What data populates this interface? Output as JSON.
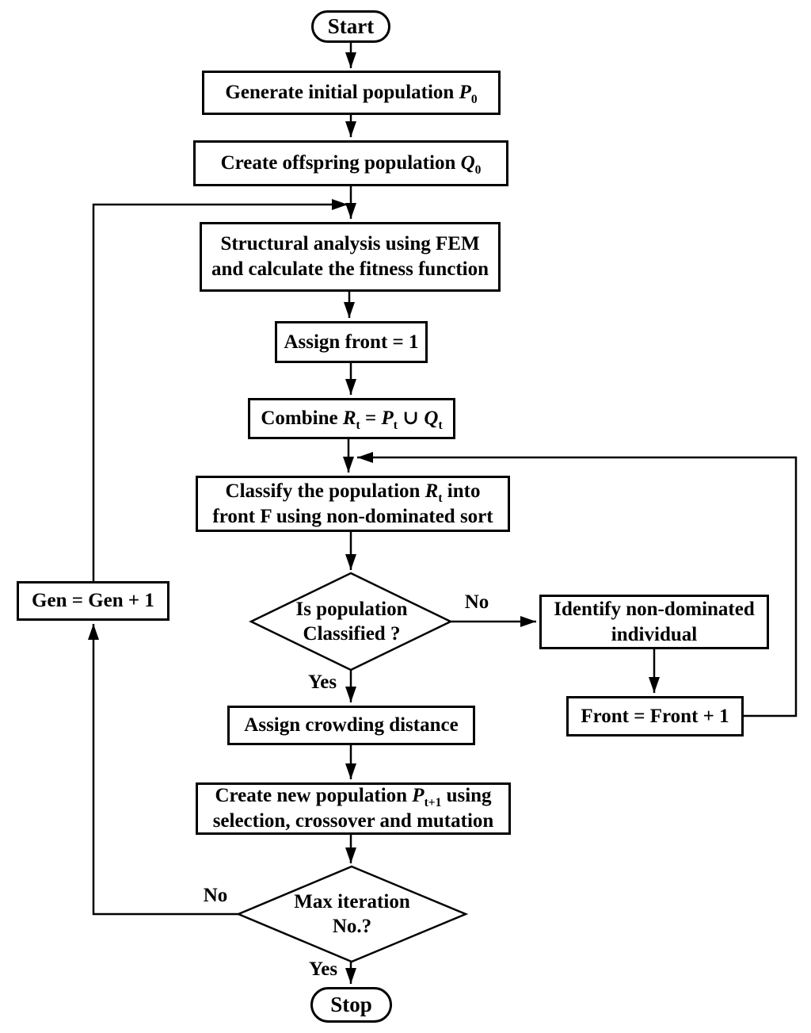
{
  "colors": {
    "line": "#000000",
    "background": "#ffffff",
    "text": "#000000"
  },
  "nodes": {
    "start": {
      "label": "Start"
    },
    "generate": {
      "t1": "Generate initial population ",
      "v": "P",
      "s": "0"
    },
    "offspring": {
      "t1": "Create offspring population ",
      "v": "Q",
      "s": "0"
    },
    "fem": {
      "line1": "Structural analysis using FEM",
      "line2": "and calculate the fitness function"
    },
    "assign_front": {
      "label": "Assign front = 1"
    },
    "combine": {
      "t1": "Combine ",
      "v1": "R",
      "s1": "t",
      "t2": " = ",
      "v2": "P",
      "s2": "t",
      "t3": " ∪ ",
      "v3": "Q",
      "s3": "t"
    },
    "classify": {
      "t1": "Classify the population ",
      "v": "R",
      "s": "t",
      "t2": " into",
      "line2": "front F using non-dominated sort"
    },
    "decision1": {
      "line1": "Is population",
      "line2": "Classified ?"
    },
    "identify": {
      "line1": "Identify non-dominated",
      "line2": "individual"
    },
    "front_inc": {
      "label": "Front = Front + 1"
    },
    "gen_inc": {
      "label": "Gen = Gen + 1"
    },
    "crowding": {
      "label": "Assign crowding distance"
    },
    "newpop": {
      "t1": "Create new population ",
      "v": "P",
      "s": "t+1",
      "t2": " using",
      "line2": "selection, crossover and mutation"
    },
    "decision2": {
      "line1": "Max iteration",
      "line2": "No.?"
    },
    "stop": {
      "label": "Stop"
    }
  },
  "edge_labels": {
    "no1": "No",
    "yes1": "Yes",
    "no2": "No",
    "yes2": "Yes"
  }
}
